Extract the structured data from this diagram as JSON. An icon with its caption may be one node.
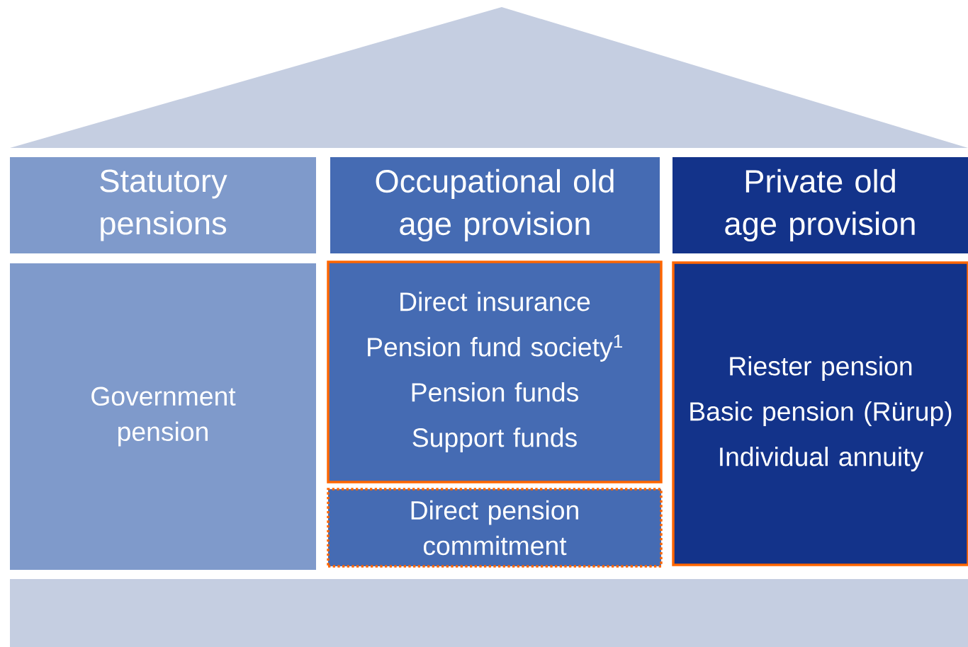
{
  "diagram": {
    "nodes": [
      {
        "text": [
          "Statutory pensions"
        ]
      },
      {
        "text": [
          "Occupational old age provision"
        ]
      },
      {
        "text": [
          "Private old age provision"
        ]
      },
      {
        "text": [
          "Government pension"
        ]
      },
      {
        "text": [
          "Direct insurance",
          "Pension fund society$^{1}$",
          "Pension funds",
          "Support funds"
        ]
      },
      {
        "text": [
          "Direct pension commitment"
        ]
      },
      {
        "text": [
          "Riester pension",
          "Basic pension (Rürup)",
          "Individual annuity"
        ]
      }
    ],
    "edges": []
  }
}
